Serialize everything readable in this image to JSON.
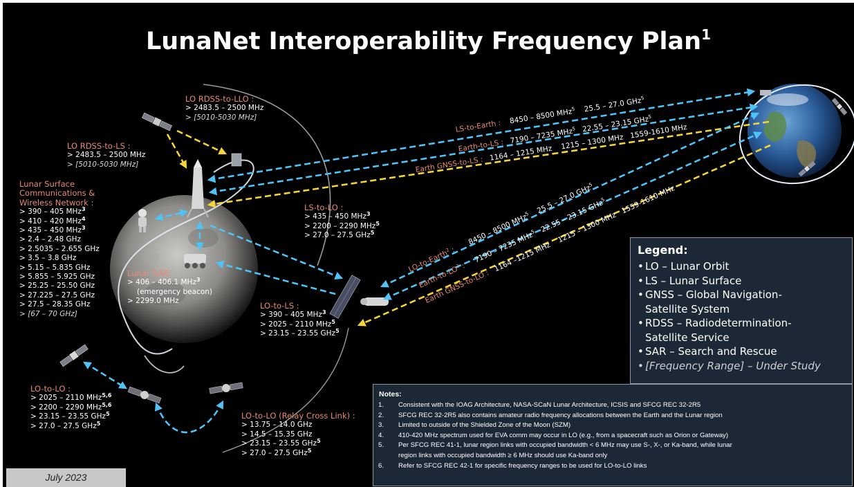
{
  "title": "LunaNet Interoperability Frequency Plan",
  "title_sup": "1",
  "date": "July 2023",
  "colors": {
    "background": "#000000",
    "link_blue": "#4fc3f7",
    "link_yellow": "#f5d33a",
    "heading_orange": "#e98a6e",
    "panel_bg": "#1c2835"
  },
  "icons": [
    "moon-image",
    "earth-image",
    "satellite-icon",
    "lander-icon",
    "rover-icon",
    "astronaut-icon",
    "gateway-station-icon"
  ],
  "blocks": {
    "lo_rdss_llo": {
      "title": "LO RDSS-to-LLO :",
      "items": [
        "> 2483.5 – 2500 MHz",
        "> [5010-5030 MHz]"
      ]
    },
    "lo_rdss_ls": {
      "title": "LO RDSS-to-LS :",
      "items": [
        "> 2483.5 – 2500 MHz",
        "> [5010-5030 MHz]"
      ]
    },
    "lunar_surface": {
      "title_lines": [
        "Lunar Surface",
        "Communications &",
        "Wireless Network :"
      ],
      "items": [
        {
          "text": ">  390 – 405 MHz",
          "sup": "3"
        },
        {
          "text": ">  410 – 420 MHz",
          "sup": "4"
        },
        {
          "text": ">  435 – 450 MHz",
          "sup": "3"
        },
        {
          "text": ">  2.4 – 2.48 GHz",
          "sup": ""
        },
        {
          "text": ">  2.5035 – 2.655 GHz",
          "sup": ""
        },
        {
          "text": ">  3.5 – 3.8 GHz",
          "sup": ""
        },
        {
          "text": ">  5.15 – 5.835 GHz",
          "sup": ""
        },
        {
          "text": ">  5.855 – 5.925 GHz",
          "sup": ""
        },
        {
          "text": ">  25.25 – 25.50 GHz",
          "sup": ""
        },
        {
          "text": ">  27.225 – 27.5 GHz",
          "sup": ""
        },
        {
          "text": ">  27.5 – 28.35 GHz",
          "sup": ""
        },
        {
          "text": ">  [67 – 70 GHz]",
          "sup": ""
        }
      ]
    },
    "lunar_sar": {
      "title": "Lunar SAR:",
      "line1": "> 406 – 406.1 MHz",
      "line1_sup": "3",
      "line2": "(emergency beacon)",
      "line3": "> 2299.0 MHz"
    },
    "ls_to_lo": {
      "title": "LS-to-LO :",
      "items": [
        {
          "text": "> 435 – 450 MHz",
          "sup": "3"
        },
        {
          "text": "> 2200 – 2290 MHz",
          "sup": "5"
        },
        {
          "text": "> 27.0 – 27.5 GHz",
          "sup": "5"
        }
      ]
    },
    "lo_to_ls": {
      "title": "LO-to-LS :",
      "items": [
        {
          "text": "> 390 – 405 MHz",
          "sup": "3"
        },
        {
          "text": "> 2025 – 2110 MHz",
          "sup": "5"
        },
        {
          "text": "> 23.15 – 23.55 GHz",
          "sup": "5"
        }
      ]
    },
    "lo_to_lo": {
      "title": "LO-to-LO :",
      "items": [
        {
          "text": "> 2025 – 2110 MHz",
          "sup": "5,6"
        },
        {
          "text": "> 2200 – 2290 MHz",
          "sup": "5,6"
        },
        {
          "text": "> 23.15 – 23.55 GHz",
          "sup": "5"
        },
        {
          "text": "> 27.0 – 27.5 GHz",
          "sup": "5"
        }
      ]
    },
    "lo_to_lo_relay": {
      "title": "LO-to-LO (Relay Cross Link) :",
      "items": [
        {
          "text": "> 13.75 – 14.0 GHz",
          "sup": ""
        },
        {
          "text": "> 14.5 – 15.35 GHz",
          "sup": ""
        },
        {
          "text": "> 23.15 – 23.55 GHz",
          "sup": "5"
        },
        {
          "text": "> 27.0 – 27.5 GHz",
          "sup": "5"
        }
      ]
    }
  },
  "links": {
    "ls_to_earth": {
      "name": "LS-to-Earth :",
      "f1": "8450 – 8500 MHz",
      "s1": "5",
      "f2": "25.5 – 27.0 GHz",
      "s2": "5"
    },
    "earth_to_ls": {
      "name": "Earth-to-LS :",
      "f1": "7190 – 7235 MHz",
      "s1": "5",
      "f2": "22.55 – 23.15 GHz",
      "s2": "5"
    },
    "gnss_to_ls": {
      "name": "Earth GNSS-to-LS :",
      "f1": "1164 – 1215 MHz",
      "f2": "1215 – 1300 MHz",
      "f3": "1559-1610 MHz"
    },
    "lo_to_earth": {
      "name": "LO-to-Earth",
      "ns": "2",
      "colon": " :",
      "f1": "8450 – 8500 MHz",
      "s1": "5",
      "f2": "25.5 – 27.0 GHz",
      "s2": "5"
    },
    "earth_to_lo": {
      "name": "Earth-to-LO",
      "ns": "2",
      "colon": " :",
      "f1": "7190 – 7235 MHz",
      "s1": "5",
      "f2": "22.55 – 23.15 GHz",
      "s2": "5"
    },
    "gnss_to_lo": {
      "name": "Earth GNSS-to-LO :",
      "f1": "1164 –1215 MHz",
      "f2": "1215 – 1300 MHz",
      "f3": "1559-1610 MHz"
    }
  },
  "legend": {
    "title": "Legend:",
    "items": [
      "LO – Lunar Orbit",
      "LS – Lunar Surface",
      "GNSS – Global Navigation-",
      "Satellite System",
      "RDSS – Radiodetermination-",
      "Satellite Service",
      "SAR – Search and Rescue",
      "[Frequency Range] – Under Study"
    ]
  },
  "notes": {
    "title": "Notes:",
    "items": [
      {
        "n": "1.",
        "text": "Consistent with the IOAG Architecture, NASA-SCaN Lunar Architecture, ICSIS and SFCG REC 32-2R5"
      },
      {
        "n": "2.",
        "text": "SFCG REC 32-2R5 also contains amateur radio frequency allocations between the Earth and the Lunar region"
      },
      {
        "n": "3.",
        "text": "Limited to outside of the Shielded  Zone of the Moon (SZM)"
      },
      {
        "n": "4.",
        "text": "410-420 MHz spectrum used for EVA comm may occur in LO (e.g., from a spacecraft such as Orion or Gateway)"
      },
      {
        "n": "5.",
        "text": "Per SFCG REC 41-1, lunar region links with occupied bandwidth < 6 MHz may use S-, X-, or Ka-band, while lunar",
        "text2": "region links with occupied bandwidth ≥ 6 MHz should use Ka-band only"
      },
      {
        "n": "6.",
        "text": "Refer to SFCG REC 42-1 for specific frequency ranges to be used for LO-to-LO links"
      }
    ]
  }
}
